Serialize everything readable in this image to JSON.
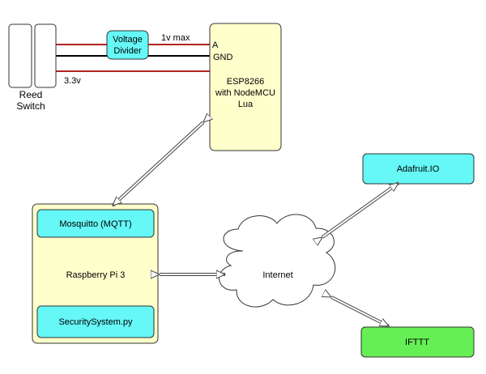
{
  "reed_switch": {
    "label_line1": "Reed",
    "label_line2": "Switch"
  },
  "voltage_divider": {
    "label_line1": "Voltage",
    "label_line2": "Divider"
  },
  "wires": {
    "signal_label": "1v max",
    "supply_label": "3.3v"
  },
  "esp8266": {
    "pin_a": "A",
    "pin_gnd": "GND",
    "label_line1": "ESP8266",
    "label_line2": "with NodeMCU",
    "label_line3": "Lua"
  },
  "raspberry_pi": {
    "label": "Raspberry Pi 3",
    "mosquitto": "Mosquitto (MQTT)",
    "security_system": "SecuritySystem.py"
  },
  "internet": {
    "label": "Internet"
  },
  "adafruit": {
    "label": "Adafruit.IO"
  },
  "ifttt": {
    "label": "IFTTT"
  },
  "colors": {
    "cyan_box": "#66f7f7",
    "yellow_box": "#ffffcc",
    "green_box": "#66ee55",
    "wire_red": "#b22222",
    "wire_black": "#000000"
  }
}
